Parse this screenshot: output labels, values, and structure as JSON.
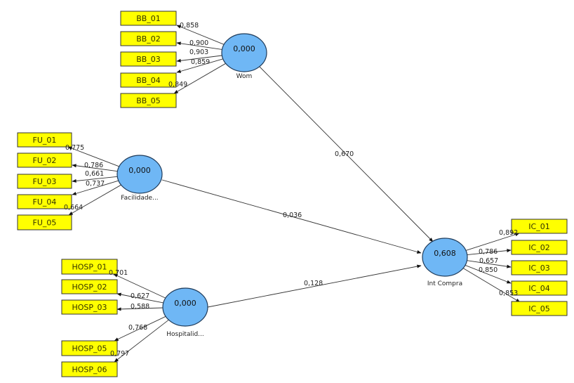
{
  "diagram": {
    "type": "PLS path model",
    "colors": {
      "indicator_fill": "#ffff00",
      "latent_fill": "#6fb7f5",
      "edge": "#333333"
    },
    "latent_variables": [
      {
        "id": "wom",
        "label": "Wom",
        "value": "0,000"
      },
      {
        "id": "facilidade",
        "label": "Facilidade...",
        "value": "0,000"
      },
      {
        "id": "hospitalidade",
        "label": "Hospitalid...",
        "value": "0,000"
      },
      {
        "id": "intcompra",
        "label": "Int Compra",
        "value": "0,608"
      }
    ],
    "indicators": [
      {
        "id": "BB_01",
        "label": "BB_01",
        "latent": "wom",
        "loading": "0,858"
      },
      {
        "id": "BB_02",
        "label": "BB_02",
        "latent": "wom",
        "loading": "0,900"
      },
      {
        "id": "BB_03",
        "label": "BB_03",
        "latent": "wom",
        "loading": "0,903"
      },
      {
        "id": "BB_04",
        "label": "BB_04",
        "latent": "wom",
        "loading": "0,859"
      },
      {
        "id": "BB_05",
        "label": "BB_05",
        "latent": "wom",
        "loading": "0,849"
      },
      {
        "id": "FU_01",
        "label": "FU_01",
        "latent": "facilidade",
        "loading": "0,775"
      },
      {
        "id": "FU_02",
        "label": "FU_02",
        "latent": "facilidade",
        "loading": "0,786"
      },
      {
        "id": "FU_03",
        "label": "FU_03",
        "latent": "facilidade",
        "loading": "0,661"
      },
      {
        "id": "FU_04",
        "label": "FU_04",
        "latent": "facilidade",
        "loading": "0,737"
      },
      {
        "id": "FU_05",
        "label": "FU_05",
        "latent": "facilidade",
        "loading": "0,664"
      },
      {
        "id": "HOSP_01",
        "label": "HOSP_01",
        "latent": "hospitalidade",
        "loading": "0,701"
      },
      {
        "id": "HOSP_02",
        "label": "HOSP_02",
        "latent": "hospitalidade",
        "loading": "0,627"
      },
      {
        "id": "HOSP_03",
        "label": "HOSP_03",
        "latent": "hospitalidade",
        "loading": "0,588"
      },
      {
        "id": "HOSP_05",
        "label": "HOSP_05",
        "latent": "hospitalidade",
        "loading": "0,768"
      },
      {
        "id": "HOSP_06",
        "label": "HOSP_06",
        "latent": "hospitalidade",
        "loading": "0,797"
      },
      {
        "id": "IC_01",
        "label": "IC_01",
        "latent": "intcompra",
        "loading": "0,892"
      },
      {
        "id": "IC_02",
        "label": "IC_02",
        "latent": "intcompra",
        "loading": "0,786"
      },
      {
        "id": "IC_03",
        "label": "IC_03",
        "latent": "intcompra",
        "loading": "0,657"
      },
      {
        "id": "IC_04",
        "label": "IC_04",
        "latent": "intcompra",
        "loading": "0,850"
      },
      {
        "id": "IC_05",
        "label": "IC_05",
        "latent": "intcompra",
        "loading": "0,853"
      }
    ],
    "paths": [
      {
        "from": "wom",
        "to": "intcompra",
        "coefficient": "0,670"
      },
      {
        "from": "facilidade",
        "to": "intcompra",
        "coefficient": "0,036"
      },
      {
        "from": "hospitalidade",
        "to": "intcompra",
        "coefficient": "0,128"
      }
    ]
  }
}
